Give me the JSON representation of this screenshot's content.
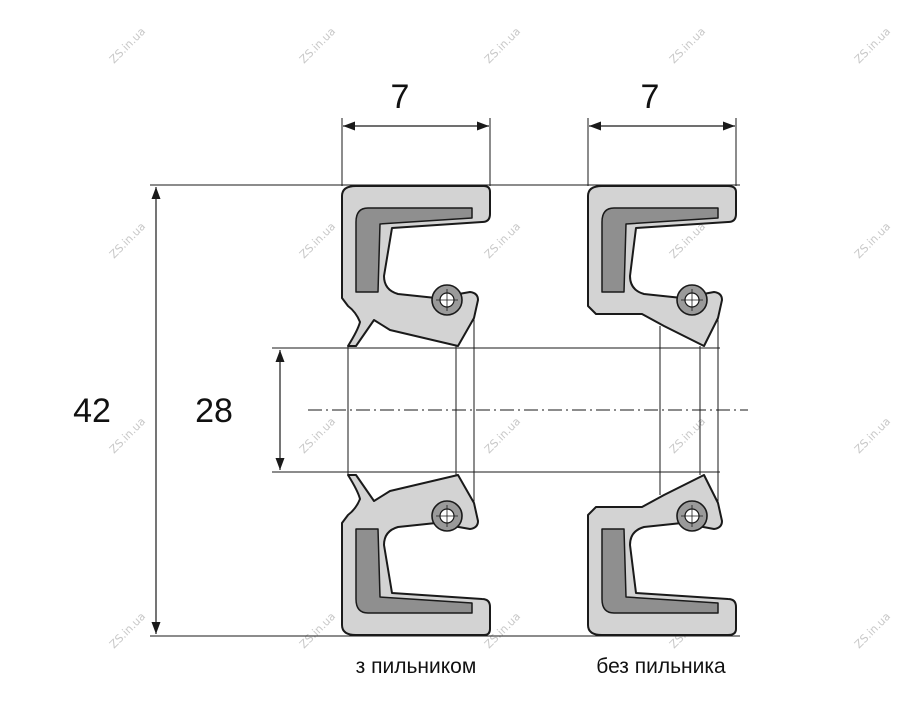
{
  "dimensions": {
    "width_left": "7",
    "width_right": "7",
    "outer_diameter": "42",
    "inner_diameter": "28"
  },
  "captions": {
    "left": "з пильником",
    "right": "без пильника"
  },
  "watermark": "ZS.in.ua",
  "colors": {
    "rubber": "#d3d3d3",
    "metal_insert": "#8f8f8f",
    "line": "#1a1a1a",
    "watermark": "#c8c8c8"
  }
}
